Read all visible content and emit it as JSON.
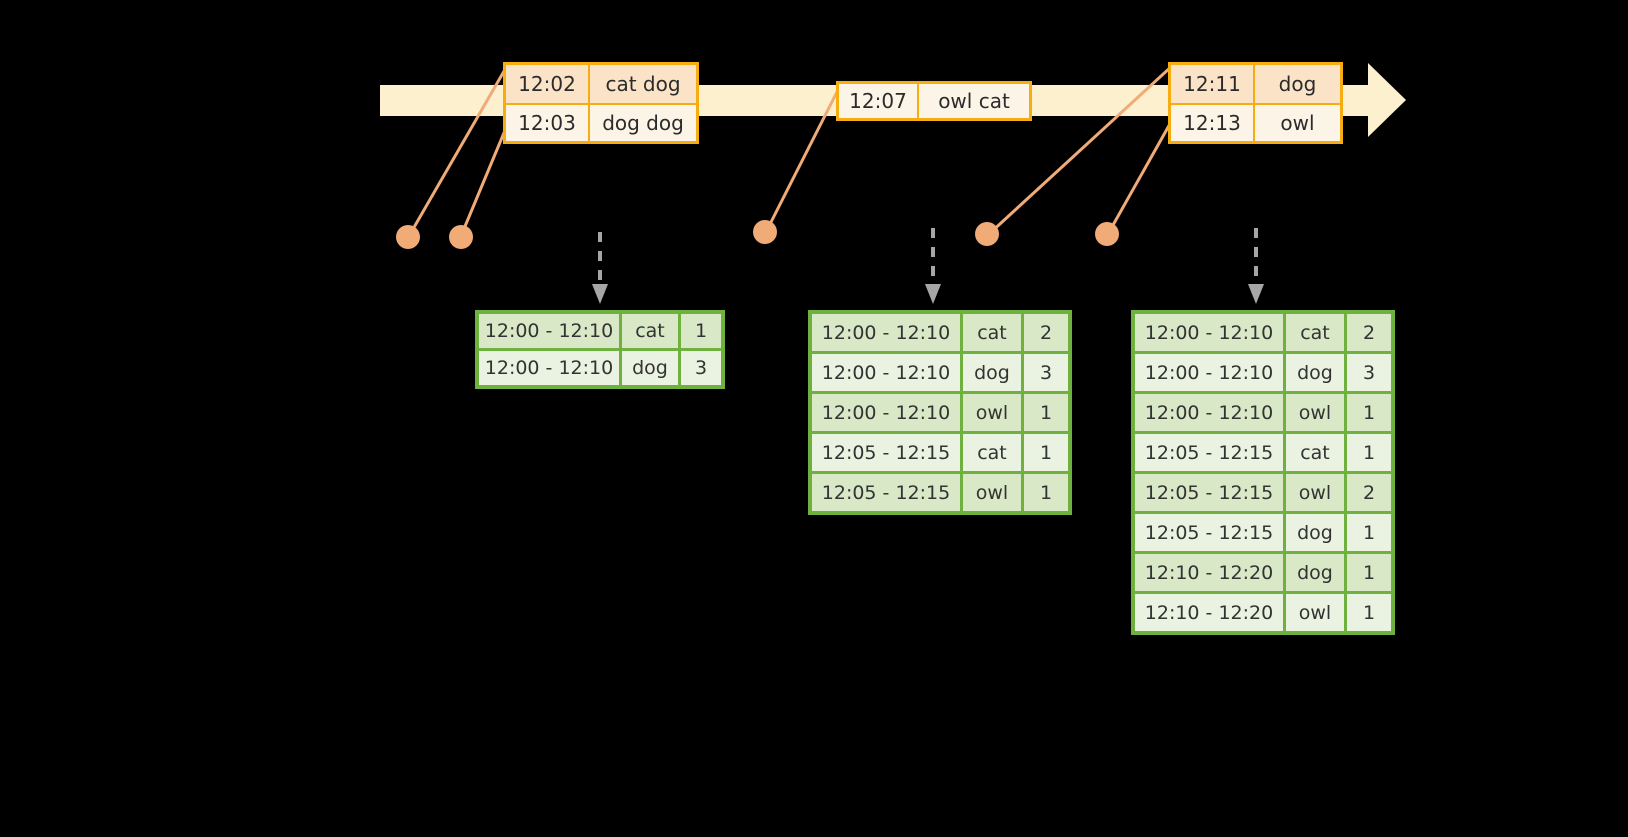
{
  "timeline": {
    "label": "event-stream-timeline",
    "arrow_direction": "right",
    "bar_color": "#fdf0ce",
    "box_border_color": "#f5ad12",
    "events": [
      {
        "id": "evt-1",
        "rows": [
          {
            "time": "12:02",
            "words": "cat dog"
          },
          {
            "time": "12:03",
            "words": "dog dog"
          }
        ]
      },
      {
        "id": "evt-2",
        "rows": [
          {
            "time": "12:07",
            "words": "owl cat"
          }
        ]
      },
      {
        "id": "evt-3",
        "rows": [
          {
            "time": "12:11",
            "words": "dog"
          },
          {
            "time": "12:13",
            "words": "owl"
          }
        ]
      }
    ]
  },
  "connector": {
    "dot_color": "#f0ab77",
    "line_color": "#f0ab77",
    "dots": [
      {
        "name": "dot-12-02"
      },
      {
        "name": "dot-12-03"
      },
      {
        "name": "dot-12-07"
      },
      {
        "name": "dot-12-11"
      },
      {
        "name": "dot-12-13"
      }
    ]
  },
  "tables": {
    "border_color": "#6fb13e",
    "columns": [
      "window",
      "word",
      "count"
    ],
    "results": [
      {
        "id": "tbl-1",
        "name": "window-counts-table-1",
        "rows": [
          {
            "window": "12:00 - 12:10",
            "word": "cat",
            "count": "1"
          },
          {
            "window": "12:00 - 12:10",
            "word": "dog",
            "count": "3"
          }
        ]
      },
      {
        "id": "tbl-2",
        "name": "window-counts-table-2",
        "rows": [
          {
            "window": "12:00 - 12:10",
            "word": "cat",
            "count": "2"
          },
          {
            "window": "12:00 - 12:10",
            "word": "dog",
            "count": "3"
          },
          {
            "window": "12:00 - 12:10",
            "word": "owl",
            "count": "1"
          },
          {
            "window": "12:05 - 12:15",
            "word": "cat",
            "count": "1"
          },
          {
            "window": "12:05 - 12:15",
            "word": "owl",
            "count": "1"
          }
        ]
      },
      {
        "id": "tbl-3",
        "name": "window-counts-table-3",
        "rows": [
          {
            "window": "12:00 - 12:10",
            "word": "cat",
            "count": "2"
          },
          {
            "window": "12:00 - 12:10",
            "word": "dog",
            "count": "3"
          },
          {
            "window": "12:00 - 12:10",
            "word": "owl",
            "count": "1"
          },
          {
            "window": "12:05 - 12:15",
            "word": "cat",
            "count": "1"
          },
          {
            "window": "12:05 - 12:15",
            "word": "owl",
            "count": "2"
          },
          {
            "window": "12:05 - 12:15",
            "word": "dog",
            "count": "1"
          },
          {
            "window": "12:10 - 12:20",
            "word": "dog",
            "count": "1"
          },
          {
            "window": "12:10 - 12:20",
            "word": "owl",
            "count": "1"
          }
        ]
      }
    ]
  }
}
